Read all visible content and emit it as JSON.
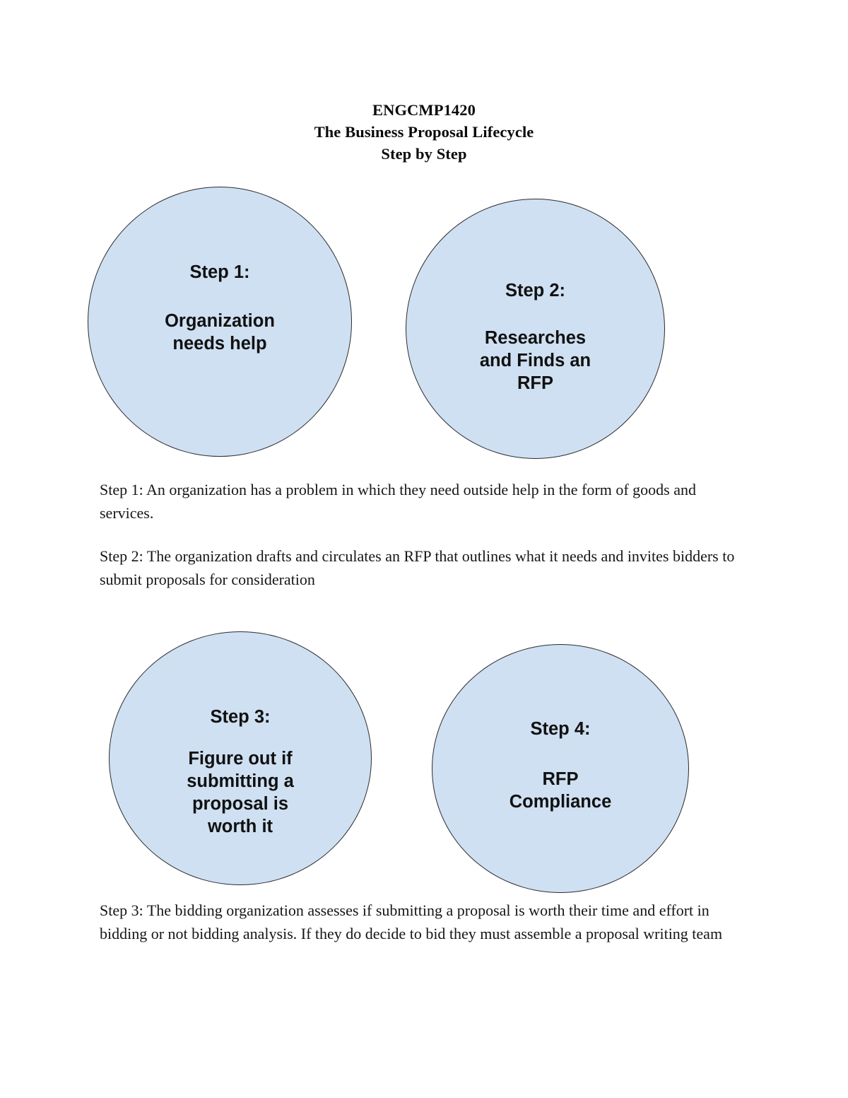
{
  "document": {
    "title_lines": [
      "ENGCMP1420",
      "The Business Proposal Lifecycle",
      "Step by Step"
    ]
  },
  "colors": {
    "circle_fill": "#cfe0f2",
    "circle_border": "#2b2b2e",
    "page_background": "#ffffff",
    "text": "#000000"
  },
  "diagram": {
    "circles": [
      {
        "id": "step-1",
        "step_label": "Step 1:",
        "body_lines": [
          "Organization",
          "needs help"
        ],
        "body_text": "Organization needs help"
      },
      {
        "id": "step-2",
        "step_label": "Step 2:",
        "body_lines": [
          "Researches",
          "and Finds an",
          "RFP"
        ],
        "body_text": "Researches and Finds an RFP"
      },
      {
        "id": "step-3",
        "step_label": "Step 3:",
        "body_lines": [
          "Figure out if",
          "submitting a",
          "proposal is",
          "worth it"
        ],
        "body_text": "Figure out if submitting a proposal is worth it"
      },
      {
        "id": "step-4",
        "step_label": "Step 4:",
        "body_lines": [
          "RFP",
          "Compliance"
        ],
        "body_text": "RFP Compliance"
      }
    ]
  },
  "paragraphs": [
    {
      "id": "step-1-description",
      "text": "Step 1: An organization has a problem in which they need outside help in the form of goods and services."
    },
    {
      "id": "step-2-description",
      "text": "Step 2: The organization drafts and circulates an RFP that outlines what it needs and invites bidders to submit proposals for consideration"
    },
    {
      "id": "step-3-description",
      "text": "Step 3: The bidding organization assesses if submitting a proposal is worth their time and effort in bidding or not bidding analysis. If they do decide to bid they must assemble a proposal writing team"
    }
  ]
}
